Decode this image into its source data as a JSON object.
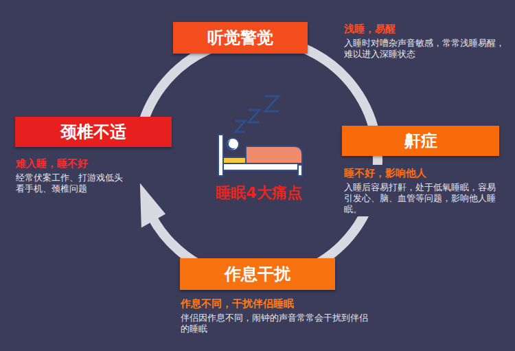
{
  "diagram": {
    "nodes": [
      {
        "text": [
          "听觉警觉",
          "浅睡，易醒",
          "入睡时对嘈杂声音敏感，常常浅睡易醒，难以进入深睡状态"
        ]
      },
      {
        "text": [
          "鼾症",
          "睡不好，影响他人",
          "入睡后容易打鼾，处于低氧睡眠，容易引发心、脑、血管等问题，影响他人睡眠。"
        ]
      },
      {
        "text": [
          "作息干扰",
          "作息不同，干扰伴侣睡眠",
          "伴侣因作息不同，闹钟的声音常常会干扰到伴侣的睡眠"
        ]
      },
      {
        "text": [
          "颈椎不适",
          "难入睡，睡不好",
          "经常伏案工作、打游戏低头看手机、颈椎问题"
        ]
      }
    ],
    "labels": [
      "睡眠4大痛点"
    ]
  }
}
